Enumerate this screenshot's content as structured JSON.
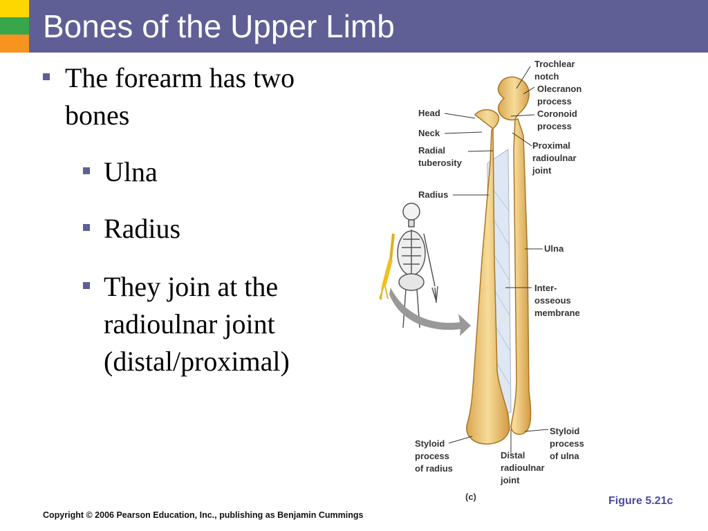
{
  "slide": {
    "title": "Bones of the Upper Limb"
  },
  "bullets": [
    {
      "level": 1,
      "text": "The forearm has two bones"
    },
    {
      "level": 2,
      "text": "Ulna"
    },
    {
      "level": 2,
      "text": "Radius"
    },
    {
      "level": 2,
      "text": "They join at the radioulnar joint (distal/proximal)"
    }
  ],
  "figure": {
    "labels": {
      "trochlear_notch": [
        "Trochlear",
        "notch"
      ],
      "olecranon_process": [
        "Olecranon",
        "process"
      ],
      "coronoid_process": [
        "Coronoid",
        "process"
      ],
      "proximal_radioulnar_joint": [
        "Proximal",
        "radioulnar",
        "joint"
      ],
      "head": "Head",
      "neck": "Neck",
      "radial_tuberosity": [
        "Radial",
        "tuberosity"
      ],
      "radius": "Radius",
      "ulna": "Ulna",
      "interosseous_membrane": [
        "Inter-",
        "osseous",
        "membrane"
      ],
      "styloid_process_of_radius": [
        "Styloid",
        "process",
        "of radius"
      ],
      "distal_radioulnar_joint": [
        "Distal",
        "radioulnar",
        "joint"
      ],
      "styloid_process_of_ulna": [
        "Styloid",
        "process",
        "of ulna"
      ]
    },
    "panel": "(c)",
    "figure_number": "Figure 5.21c"
  },
  "footer": {
    "copyright": "Copyright © 2006 Pearson Education, Inc., publishing as Benjamin Cummings"
  },
  "colors": {
    "title_bar": "#5f5f96",
    "bullet": "#5f5f96",
    "figure_number": "#4a4aa0",
    "bone": "#f0c874"
  }
}
